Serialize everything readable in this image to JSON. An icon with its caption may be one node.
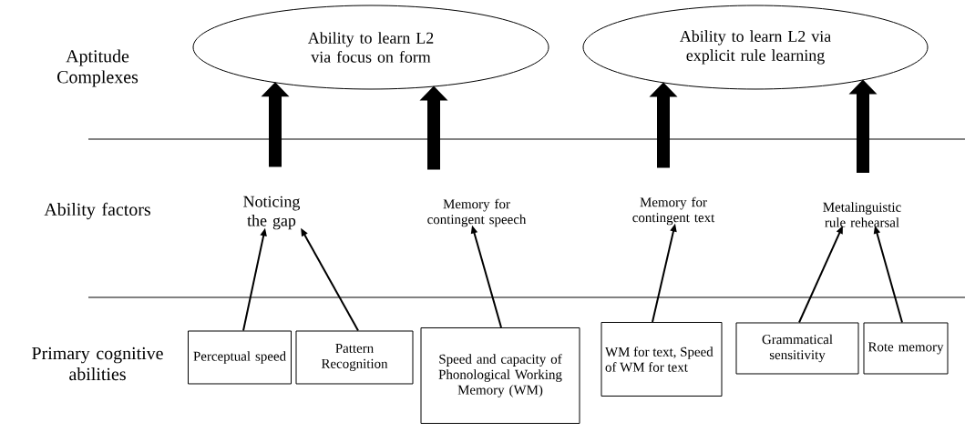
{
  "diagram": {
    "nodes": [
      {
        "text": [
          "Ability to learn L2 via focus on form"
        ]
      },
      {
        "text": [
          "Ability to learn L2 via explicit rule learning"
        ]
      },
      {
        "text": [
          "Noticing the gap"
        ]
      },
      {
        "text": [
          "Memory for contingent speech"
        ]
      },
      {
        "text": [
          "Memory for contingent text"
        ]
      },
      {
        "text": [
          "Metalinguistic rule rehearsal"
        ]
      },
      {
        "text": [
          "Perceptual speed"
        ]
      },
      {
        "text": [
          "Pattern Recognition"
        ]
      },
      {
        "text": [
          "Speed and capacity of Phonological Working Memory (WM)"
        ]
      },
      {
        "text": [
          "WM for text, Speed of WM for text"
        ]
      },
      {
        "text": [
          "Grammatical sensitivity"
        ]
      },
      {
        "text": [
          "Rote memory"
        ]
      }
    ],
    "edges": [
      {
        "from": 2,
        "to": 0,
        "arrow": "to",
        "style": "thick"
      },
      {
        "from": 3,
        "to": 0,
        "arrow": "to",
        "style": "thick"
      },
      {
        "from": 4,
        "to": 1,
        "arrow": "to",
        "style": "thick"
      },
      {
        "from": 5,
        "to": 1,
        "arrow": "to",
        "style": "thick"
      },
      {
        "from": 6,
        "to": 2,
        "arrow": "to"
      },
      {
        "from": 7,
        "to": 2,
        "arrow": "to"
      },
      {
        "from": 8,
        "to": 3,
        "arrow": "to"
      },
      {
        "from": 9,
        "to": 4,
        "arrow": "to"
      },
      {
        "from": 10,
        "to": 5,
        "arrow": "to"
      },
      {
        "from": 11,
        "to": 5,
        "arrow": "to"
      }
    ],
    "labels": [
      "Aptitude Complexes",
      "Ability factors",
      "Primary cognitive abilities"
    ]
  }
}
